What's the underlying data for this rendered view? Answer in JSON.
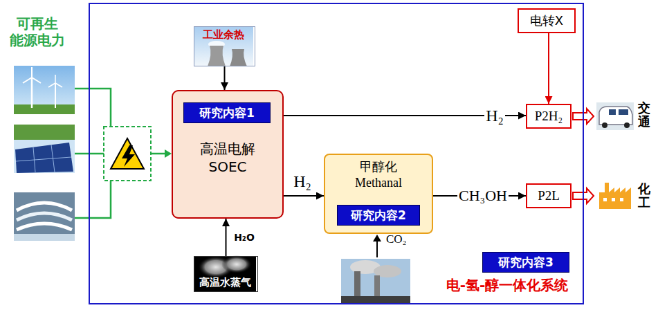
{
  "diagram": {
    "nodes": [
      {
        "text": [
          "电-氢-醇一体化系统"
        ]
      },
      {
        "text": [
          "电转X"
        ],
        "in": 0
      },
      {
        "text": [
          "工业余热"
        ],
        "in": 0
      },
      {
        "text": [
          "高温电解 SOEC"
        ],
        "in": 0
      },
      {
        "text": [
          "研究内容1"
        ],
        "in": 3
      },
      {
        "text": [
          "P2H₂"
        ],
        "in": 0
      },
      {
        "text": [
          "甲醇化 Methanal"
        ],
        "in": 0
      },
      {
        "text": [
          "研究内容2"
        ],
        "in": 6
      },
      {
        "text": [
          "P2L"
        ],
        "in": 0
      },
      {
        "text": [
          "高温水蒸气"
        ],
        "in": 0
      },
      {
        "text": [
          "研究内容3"
        ],
        "in": 0
      }
    ],
    "edges": [
      {
        "from": 2,
        "to": 3,
        "arrow": "to"
      },
      {
        "from": 9,
        "to": 3,
        "label": "H₂O",
        "arrow": "to"
      },
      {
        "from": 3,
        "to": 5,
        "label": "H₂",
        "arrow": "to"
      },
      {
        "from": 3,
        "to": 6,
        "label": "H₂",
        "arrow": "to"
      },
      {
        "from": 6,
        "to": 8,
        "label": "CH₃OH",
        "arrow": "to"
      },
      {
        "from": 1,
        "to": 5,
        "arrow": "to"
      }
    ],
    "labels": [
      "可再生 能源电力",
      "交通",
      "化工",
      "CO₂"
    ]
  }
}
